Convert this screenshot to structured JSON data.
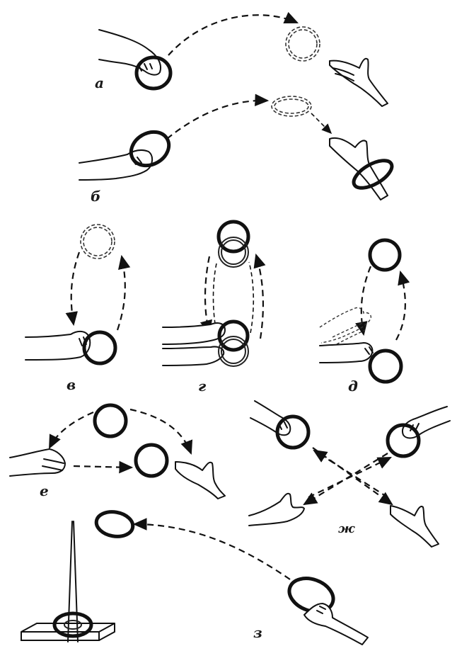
{
  "figure": {
    "labels": {
      "a": "а",
      "b": "б",
      "v": "в",
      "g": "г",
      "d": "д",
      "e": "е",
      "zh": "ж",
      "z": "з"
    }
  }
}
